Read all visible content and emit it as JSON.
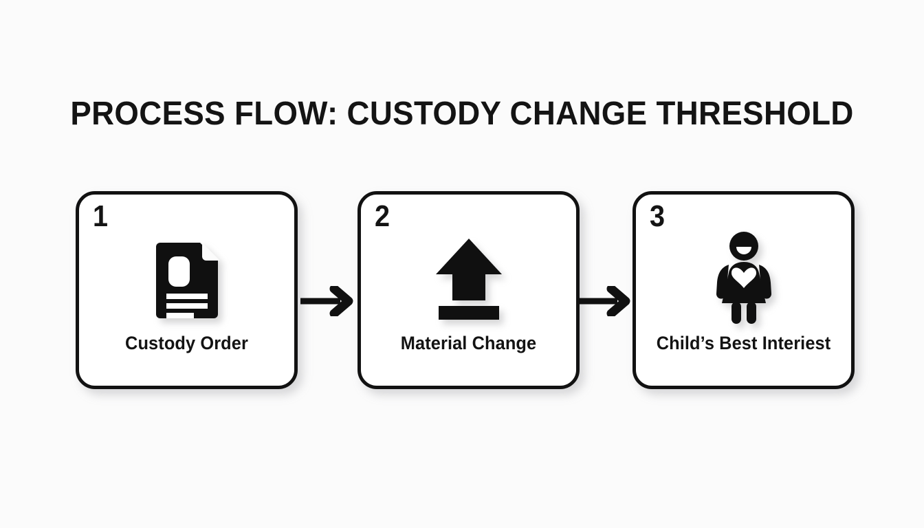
{
  "page": {
    "title": "PROCESS FLOW: CUSTODY CHANGE THRESHOLD",
    "background_color": "#fbfbfb",
    "ink_color": "#121212",
    "card_background": "#ffffff"
  },
  "flow": {
    "steps": [
      {
        "number": "1",
        "label": "Custody Order",
        "icon": "document-icon"
      },
      {
        "number": "2",
        "label": "Material Change",
        "icon": "upload-arrow-icon"
      },
      {
        "number": "3",
        "label": "Child’s Best Interiest",
        "icon": "child-heart-figure-icon"
      }
    ],
    "connectors": [
      {
        "icon": "arrow-right-icon",
        "from": "1",
        "to": "2"
      },
      {
        "icon": "arrow-right-icon",
        "from": "2",
        "to": "3"
      }
    ]
  }
}
